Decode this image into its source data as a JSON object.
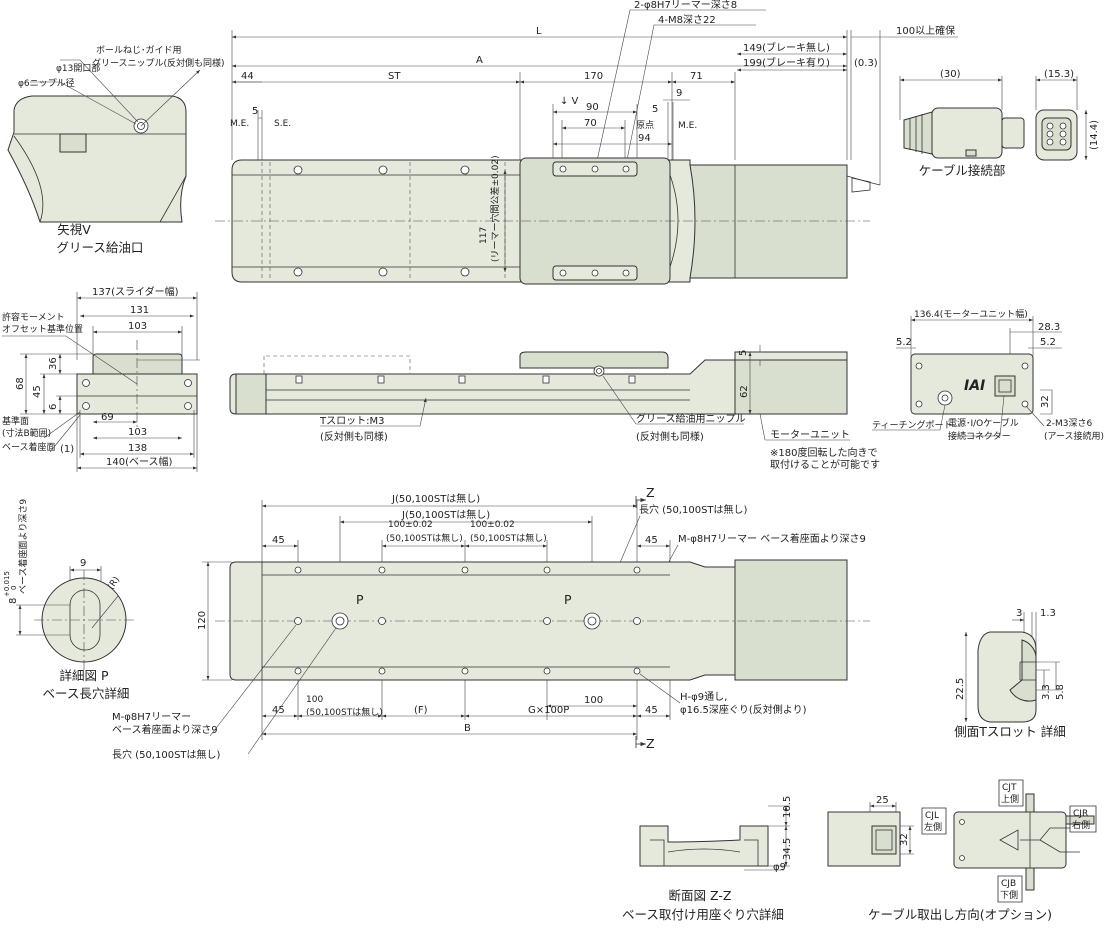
{
  "top_view": {
    "L": "L",
    "A": "A",
    "ST": "ST",
    "d44": "44",
    "d170": "170",
    "d71": "71",
    "d90": "90",
    "d70": "70",
    "d94": "94",
    "d5a": "5",
    "d5b": "5",
    "d9": "9",
    "me_left": "M.E.",
    "se": "S.E.",
    "origin": "原点",
    "me_right": "M.E.",
    "view_v": "↓ V",
    "reamer": "2-φ8H7リーマー深さ8",
    "tap": "4-M8深さ22",
    "clearance": "100以上確保",
    "brake_no": "149(ブレーキ無し)",
    "brake_yes": "199(ブレーキ有り)",
    "d03": "(0.3)",
    "d117": "117",
    "tol_note": "(リーマー穴間公差±0.02)"
  },
  "view_v": {
    "ball_screw": "ボールねじ･ガイド用",
    "grease_nipple": "グリースニップル(反対側も同様)",
    "opening": "φ13開口部",
    "nipple_dia": "φ6ニップル径",
    "caption1": "矢視V",
    "caption2": "グリース給油口"
  },
  "cable_part": {
    "d30": "(30)",
    "d153": "(15.3)",
    "d144": "(14.4)",
    "caption": "ケーブル接続部"
  },
  "end_view": {
    "d137": "137(スライダー幅)",
    "d131": "131",
    "d103a": "103",
    "d69": "69",
    "d103b": "103",
    "d138": "138",
    "d140": "140(ベース幅)",
    "d1": "(1)",
    "d68": "68",
    "d36": "36",
    "d45": "45",
    "d6": "6",
    "moment": "許容モーメント",
    "moment2": "オフセット基準位置",
    "ref_face": "基準面",
    "ref_face2": "(寸法B範囲)",
    "base_face": "ベース着座面"
  },
  "side_view": {
    "tslot": "Tスロット:M3",
    "tslot2": "(反対側も同様)",
    "grease": "グリース給油用ニップル",
    "grease2": "(反対側も同様)",
    "motor": "モーターユニット",
    "note1": "※180度回転した向きで",
    "note2": "取付けることが可能です",
    "d5": "5",
    "d62": "62"
  },
  "motor_end": {
    "d1364": "136.4(モーターユニット幅)",
    "d52a": "5.2",
    "d283": "28.3",
    "d52b": "5.2",
    "d32": "32",
    "teaching": "ティーチングポート",
    "power": "電源･I/Oケーブル",
    "power2": "接続コネクター",
    "earth": "2-M3深さ6",
    "earth2": "(アース接続用)",
    "logo": "IAI"
  },
  "bottom_view": {
    "J1": "J(50,100STは無し)",
    "J2": "J(50,100STは無し)",
    "p100a": "100±0.02",
    "p100a2": "(50,100STは無し)",
    "p100b": "100±0.02",
    "p100b2": "(50,100STは無し)",
    "d45a": "45",
    "d45b": "45",
    "d45c": "45",
    "d45d": "45",
    "d120": "120",
    "long_hole": "長穴 (50,100STは無し)",
    "reamer": "M-φ8H7リーマー ベース着座面より深さ9",
    "P1": "P",
    "P2": "P",
    "Z1": "Z",
    "Z2": "Z",
    "d100": "100",
    "d100b": "100",
    "d100b2": "(50,100STは無し)",
    "F": "(F)",
    "G": "G×100P",
    "B": "B",
    "h_hole": "H-φ9通し,",
    "h_hole2": "φ16.5深座ぐり(反対側より)",
    "reamer_low": "M-φ8H7リーマー",
    "reamer_low2": "ベース着座面より深さ9",
    "long_hole_low": "長穴 (50,100STは無し)"
  },
  "detail_p": {
    "d9": "9",
    "r": "(R)",
    "depth": "8",
    "depth_tol": "+0.015",
    "depth_tol2": "0",
    "depth_note": "ベース着座面より深さ9",
    "caption1": "詳細図 P",
    "caption2": "ベース長穴詳細"
  },
  "tslot_detail": {
    "d3": "3",
    "d13": "1.3",
    "d225": "22.5",
    "d33": "3.3",
    "d58": "5.8",
    "caption": "側面Tスロット 詳細"
  },
  "section_zz": {
    "d105": "10.5",
    "d345": "34.5",
    "d9": "φ9",
    "caption1": "断面図 Z-Z",
    "caption2": "ベース取付け用座ぐり穴詳細"
  },
  "cable_option": {
    "d25": "25",
    "d32": "32",
    "cjt": "CJT",
    "cjt2": "上側",
    "cjl": "CJL",
    "cjl2": "左側",
    "cjr": "CJR",
    "cjr2": "右側",
    "cjb": "CJB",
    "cjb2": "下側",
    "caption": "ケーブル取出し方向(オプション)"
  }
}
